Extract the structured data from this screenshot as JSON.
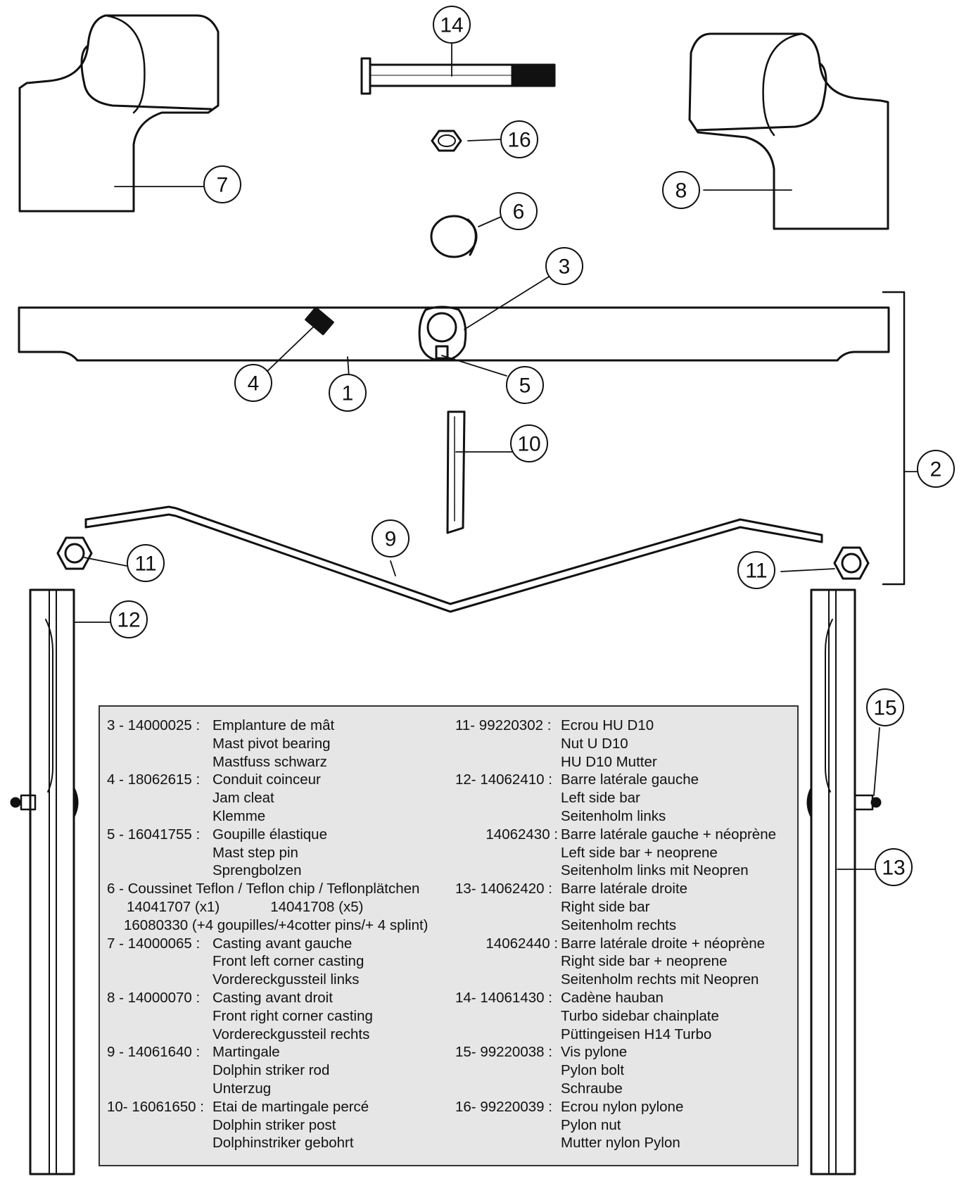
{
  "callouts": [
    "1",
    "2",
    "3",
    "4",
    "5",
    "6",
    "7",
    "8",
    "9",
    "10",
    "11",
    "11",
    "12",
    "13",
    "14",
    "15",
    "16"
  ],
  "legend": {
    "left": [
      {
        "code": "3 - 14000025 :",
        "lines": [
          "Emplanture de mât",
          "Mast pivot bearing",
          "Mastfuss schwarz"
        ]
      },
      {
        "code": "4 - 18062615 :",
        "lines": [
          "Conduit coinceur",
          "Jam cleat",
          "Klemme"
        ]
      },
      {
        "code": "5 - 16041755 :",
        "lines": [
          "Goupille élastique",
          "Mast step pin",
          "Sprengbolzen"
        ]
      }
    ],
    "item6": {
      "title": "6 - Coussinet Teflon / Teflon chip / Teflonplätchen",
      "line2a": "14041707 (x1)",
      "line2b": "14041708 (x5)",
      "line3": "16080330 (+4 goupilles/+4cotter  pins/+ 4 splint)"
    },
    "left2": [
      {
        "code": "7 - 14000065 :",
        "lines": [
          "Casting avant gauche",
          "Front left corner casting",
          "Vordereckgussteil links"
        ]
      },
      {
        "code": "8 - 14000070 :",
        "lines": [
          "Casting avant droit",
          "Front right corner casting",
          "Vordereckgussteil rechts"
        ]
      },
      {
        "code": "9 - 14061640 :",
        "lines": [
          "Martingale",
          "Dolphin striker rod",
          "Unterzug"
        ]
      },
      {
        "code": "10- 16061650 :",
        "lines": [
          "Etai de martingale percé",
          "Dolphin striker post",
          "Dolphinstriker gebohrt"
        ]
      }
    ],
    "right": [
      {
        "code": "11- 99220302 :",
        "lines": [
          "Ecrou HU D10",
          "Nut U D10",
          "HU D10 Mutter"
        ]
      },
      {
        "code": "12- 14062410 :",
        "lines": [
          "Barre latérale gauche",
          "Left side bar",
          "Seitenholm links"
        ]
      },
      {
        "code": "14062430 :",
        "lines": [
          "Barre latérale gauche + néoprène",
          "Left side bar + neoprene",
          "Seitenholm links mit Neopren"
        ]
      },
      {
        "code": "13- 14062420 :",
        "lines": [
          "Barre latérale droite",
          "Right side bar",
          "Seitenholm rechts"
        ]
      },
      {
        "code": "14062440 :",
        "lines": [
          "Barre latérale droite + néoprène",
          "Right side bar + neoprene",
          "Seitenholm rechts mit Neopren"
        ]
      },
      {
        "code": "14- 14061430 :",
        "lines": [
          "Cadène hauban",
          "Turbo sidebar chainplate",
          "Püttingeisen H14 Turbo"
        ]
      },
      {
        "code": "15- 99220038 :",
        "lines": [
          "Vis pylone",
          "Pylon bolt",
          "Schraube"
        ]
      },
      {
        "code": "16- 99220039 :",
        "lines": [
          "Ecrou nylon pylone",
          "Pylon nut",
          "Mutter nylon Pylon"
        ]
      }
    ]
  }
}
